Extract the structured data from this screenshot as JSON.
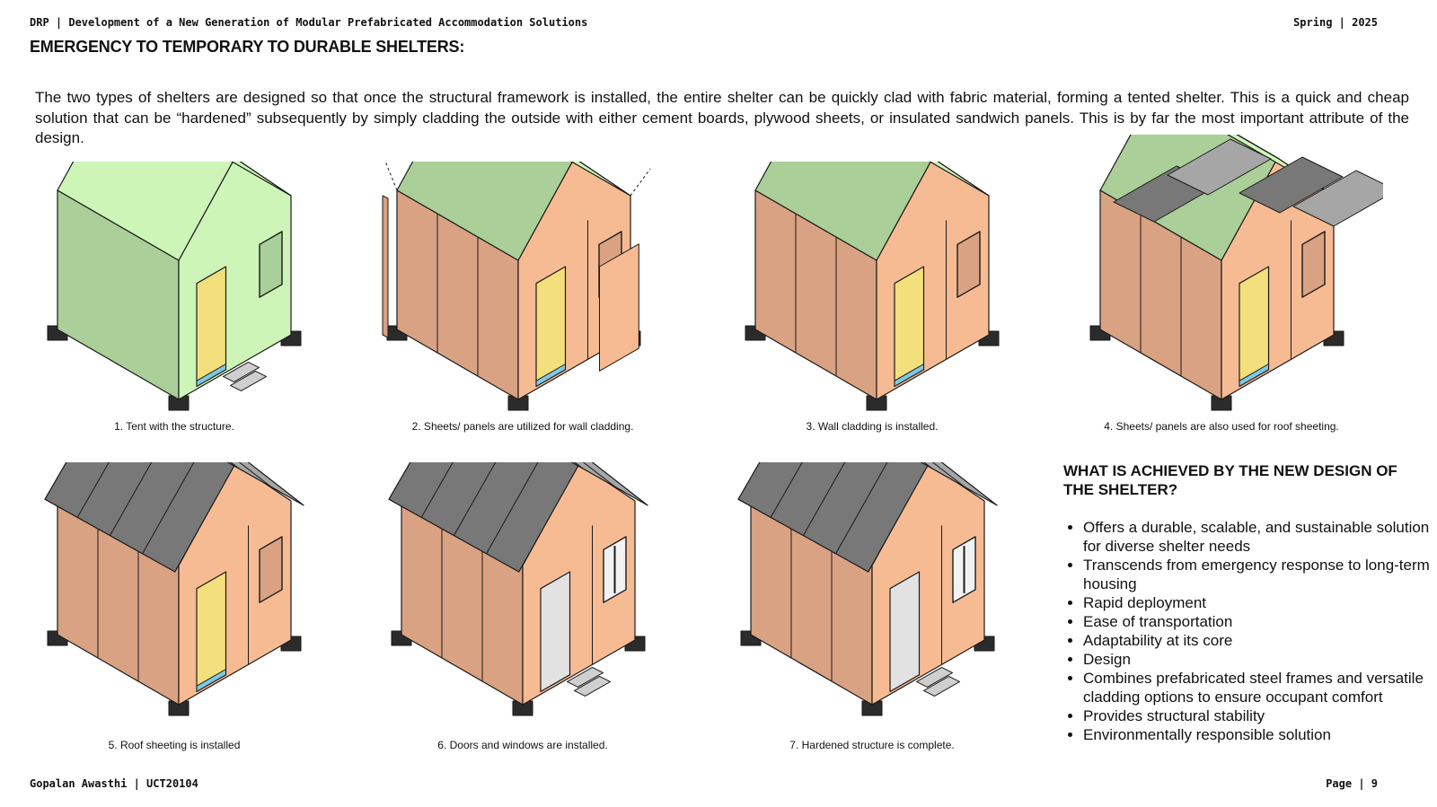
{
  "header": {
    "left": "DRP | Development of a New Generation of Modular Prefabricated Accommodation Solutions",
    "right": "Spring | 2025"
  },
  "title": "EMERGENCY TO TEMPORARY TO DURABLE SHELTERS:",
  "intro": "The two types of shelters are designed so that once the structural framework is installed, the entire shelter can be quickly clad with fabric material, forming a tented shelter. This is a quick and cheap solution that can be “hardened” subsequently by simply cladding the outside with either cement boards, plywood sheets, or insulated sandwich panels. This is by far the most important attribute of the design.",
  "figures": [
    {
      "caption": "1. Tent with the structure."
    },
    {
      "caption": "2. Sheets/ panels are utilized for wall cladding."
    },
    {
      "caption": "3. Wall cladding is installed."
    },
    {
      "caption": "4. Sheets/ panels are also used for roof sheeting."
    },
    {
      "caption": "5. Roof sheeting is installed"
    },
    {
      "caption": "6. Doors and windows are installed."
    },
    {
      "caption": "7. Hardened structure is complete."
    }
  ],
  "side": {
    "title": "WHAT IS ACHIEVED BY THE NEW DESIGN OF THE SHELTER?",
    "items": [
      "Offers a durable, scalable, and sustainable solution for diverse shelter needs",
      "Transcends from emergency response to long-term housing",
      "Rapid deployment",
      "Ease of transportation",
      "Adaptability at its core",
      "Design",
      "Combines prefabricated steel frames and versatile cladding options to ensure occupant comfort",
      "Provides structural stability",
      "Environmentally responsible solution"
    ]
  },
  "footer": {
    "left": "Gopalan Awasthi | UCT20104",
    "right": "Page | 9"
  },
  "colors": {
    "tent_light": "#cdf5b8",
    "tent_dark": "#aacf98",
    "panel_light": "#f7bb93",
    "panel_dark": "#d9a283",
    "roof_light": "#a6a6a6",
    "roof_dark": "#787878",
    "door_yellow": "#f3e07c",
    "door_white": "#e2e2e2",
    "foot": "#2b2b2b"
  }
}
